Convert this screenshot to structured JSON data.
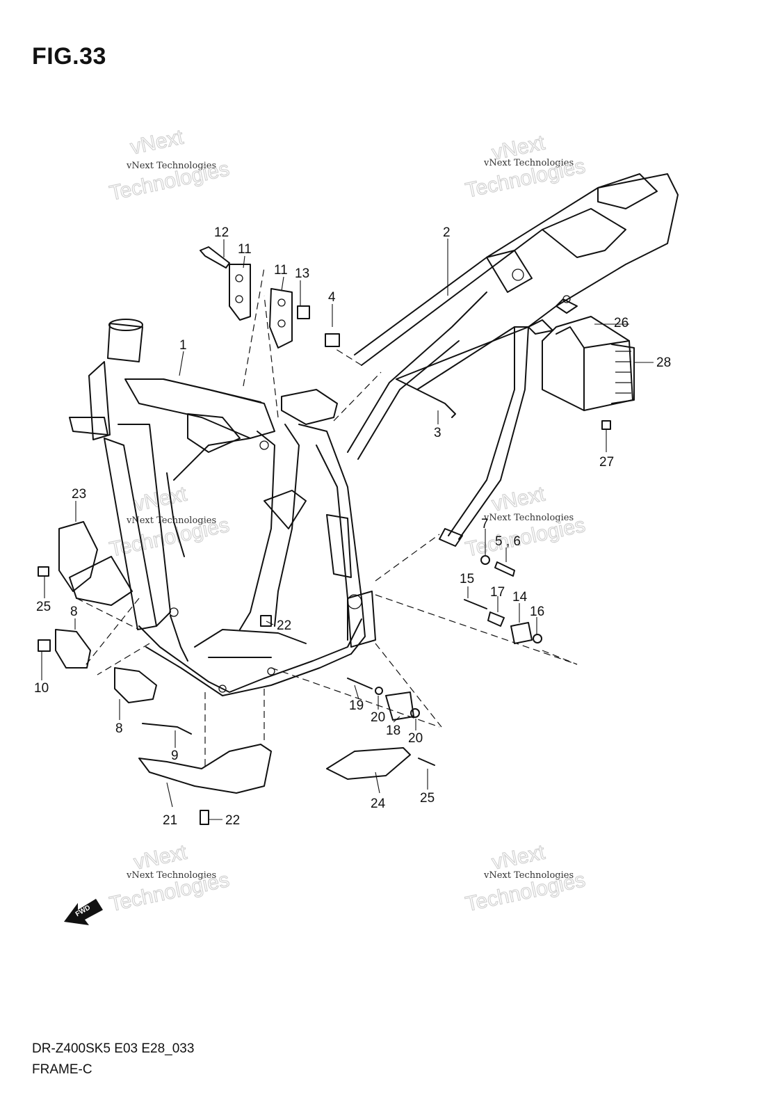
{
  "figure": {
    "title": "FIG.33",
    "model_code": "DR-Z400SK5 E03 E28_033",
    "section_name": "FRAME-C"
  },
  "watermark": {
    "line1": "vNext",
    "line2": "vNext Technologies",
    "line3": "Technologies"
  },
  "fwd_label": "FWD",
  "callouts": {
    "c1": "1",
    "c2": "2",
    "c3": "3",
    "c4": "4",
    "c5_6": "5 , 6",
    "c7": "7",
    "c8a": "8",
    "c8b": "8",
    "c9": "9",
    "c10": "10",
    "c11a": "11",
    "c11b": "11",
    "c12": "12",
    "c13": "13",
    "c14": "14",
    "c15": "15",
    "c16": "16",
    "c17": "17",
    "c18": "18",
    "c19": "19",
    "c20a": "20",
    "c20b": "20",
    "c21": "21",
    "c22a": "22",
    "c22b": "22",
    "c23": "23",
    "c24": "24",
    "c25a": "25",
    "c25b": "25",
    "c26": "26",
    "c27": "27",
    "c28": "28"
  }
}
